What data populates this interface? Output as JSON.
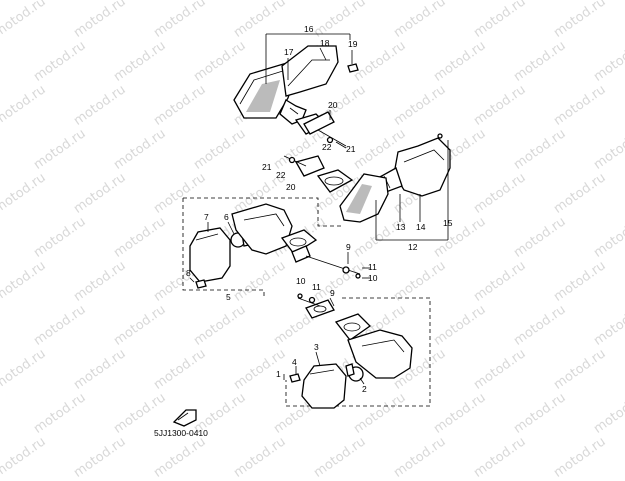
{
  "watermark": "motod.ru",
  "diagram_code": "5JJ1300-0410",
  "callouts": {
    "c1": "1",
    "c2": "2",
    "c3": "3",
    "c4": "4",
    "c5": "5",
    "c6": "6",
    "c7": "7",
    "c8": "8",
    "c9a": "9",
    "c9b": "9",
    "c10a": "10",
    "c10b": "10",
    "c11a": "11",
    "c11b": "11",
    "c12": "12",
    "c13": "13",
    "c14": "14",
    "c15": "15",
    "c16": "16",
    "c17": "17",
    "c18": "18",
    "c19": "19",
    "c20a": "20",
    "c20b": "20",
    "c21a": "21",
    "c21b": "21",
    "c22a": "22",
    "c22b": "22"
  }
}
